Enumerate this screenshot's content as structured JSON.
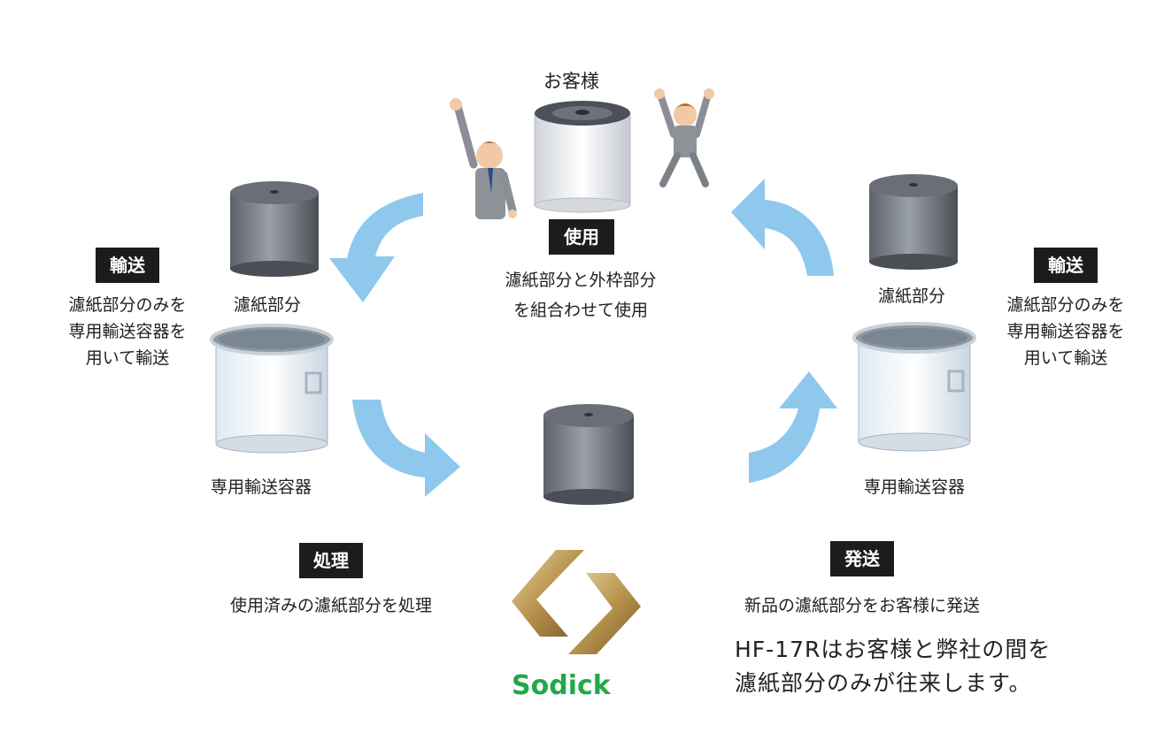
{
  "top": {
    "customer_label": "お客様",
    "use_tag": "使用",
    "use_desc_1": "濾紙部分と外枠部分",
    "use_desc_2": "を組合わせて使用"
  },
  "left": {
    "transport_tag": "輸送",
    "transport_desc_1": "濾紙部分のみを",
    "transport_desc_2": "専用輸送容器を",
    "transport_desc_3": "用いて輸送",
    "filter_label": "濾紙部分",
    "container_label": "専用輸送容器"
  },
  "right": {
    "transport_tag": "輸送",
    "transport_desc_1": "濾紙部分のみを",
    "transport_desc_2": "専用輸送容器を",
    "transport_desc_3": "用いて輸送",
    "filter_label": "濾紙部分",
    "container_label": "専用輸送容器"
  },
  "bottom_left": {
    "process_tag": "処理",
    "process_desc": "使用済みの濾紙部分を処理"
  },
  "bottom_right": {
    "ship_tag": "発送",
    "ship_desc": "新品の濾紙部分をお客様に発送",
    "summary_1": "HF-17Rはお客様と弊社の間を",
    "summary_2": "濾紙部分のみが往来します。"
  },
  "logo": {
    "text": "Sodick"
  },
  "colors": {
    "arrow": "#8ec8ec",
    "tag_bg": "#1c1c1c",
    "logo_green": "#22a84a",
    "logo_gold": "#b8934e"
  }
}
